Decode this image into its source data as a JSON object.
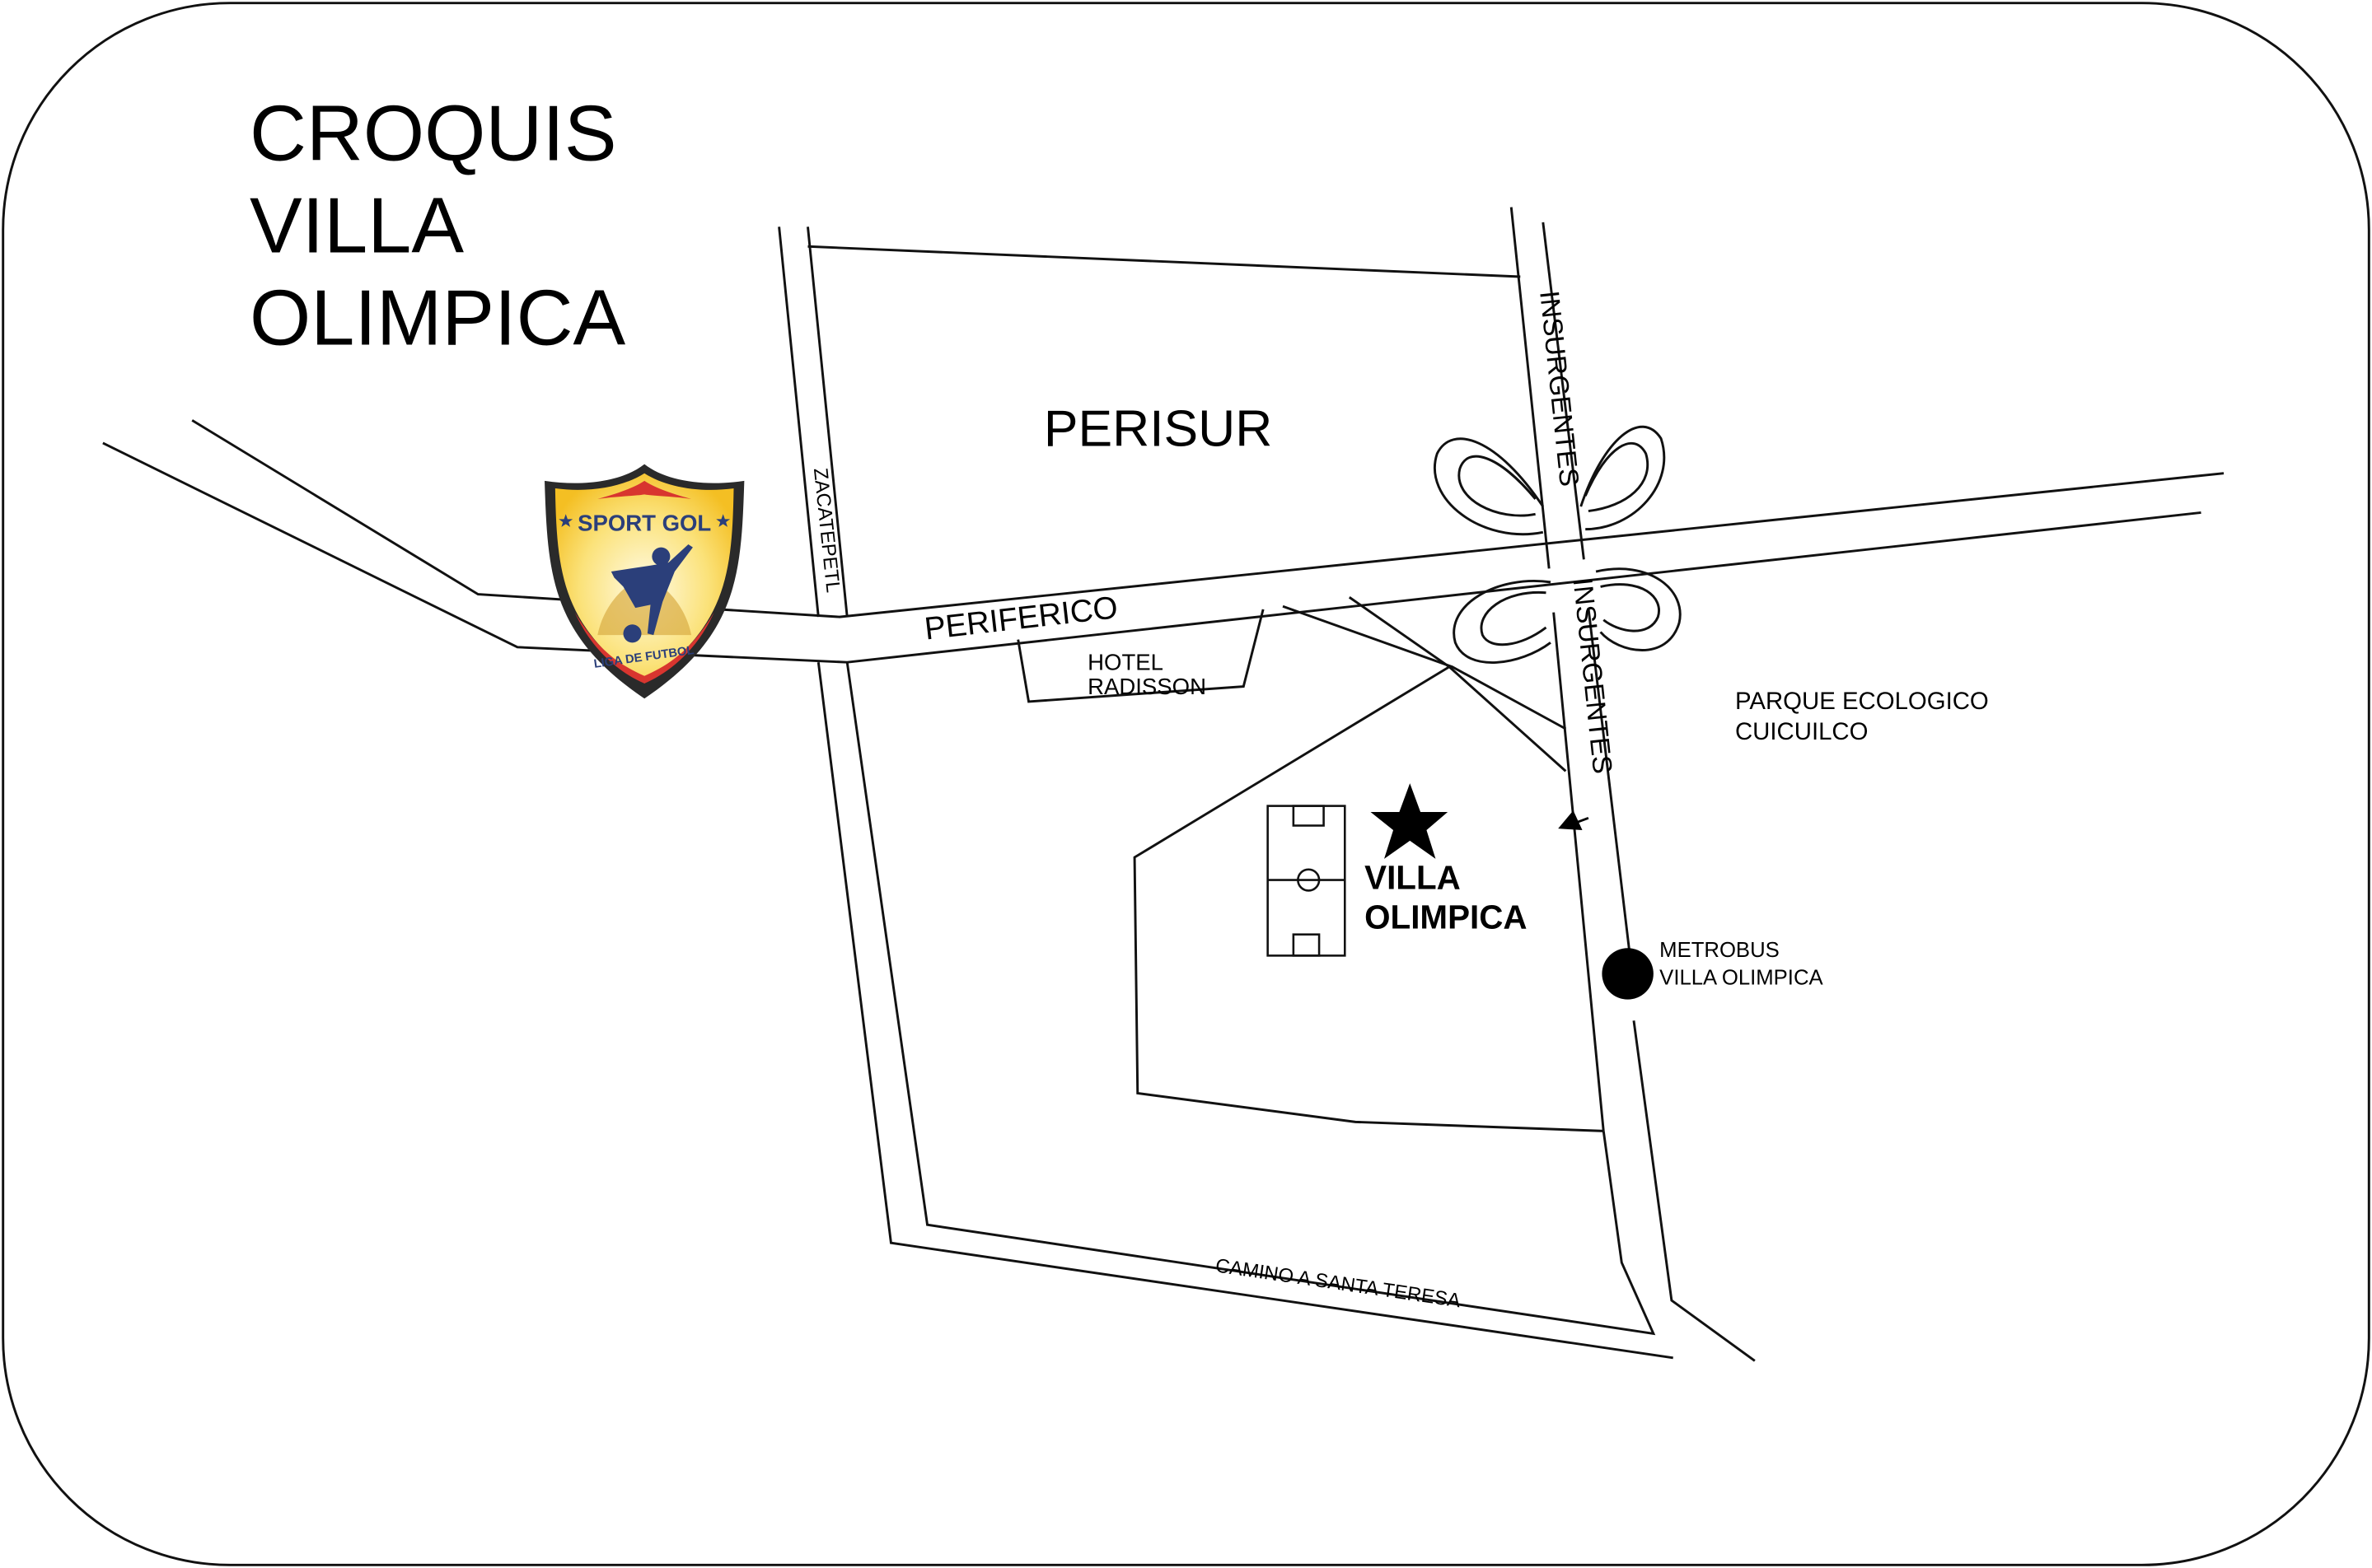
{
  "title": {
    "line1": "CROQUIS",
    "line2": "VILLA",
    "line3": "OLIMPICA"
  },
  "places": {
    "perisur": "PERISUR",
    "hotel_line1": "HOTEL",
    "hotel_line2": "RADISSON",
    "parque_line1": "PARQUE ECOLOGICO",
    "parque_line2": "CUICUILCO",
    "venue_line1": "VILLA",
    "venue_line2": "OLIMPICA",
    "metrobus_line1": "METROBUS",
    "metrobus_line2": "VILLA OLIMPICA"
  },
  "streets": {
    "periferico": "PERIFERICO",
    "zacatepetl": "ZACATEPETL",
    "insurgentes_north": "INSURGENTES",
    "insurgentes_south": "INSURGENTES",
    "camino": "CAMINO A SANTA TERESA"
  },
  "logo": {
    "name": "SPORT GOL",
    "tagline": "LIGA DE FUTBOL"
  },
  "colors": {
    "shield_yellow": "#f7c531",
    "shield_red": "#d8352f",
    "shield_navy": "#2b3f7a",
    "ink": "#000000"
  }
}
